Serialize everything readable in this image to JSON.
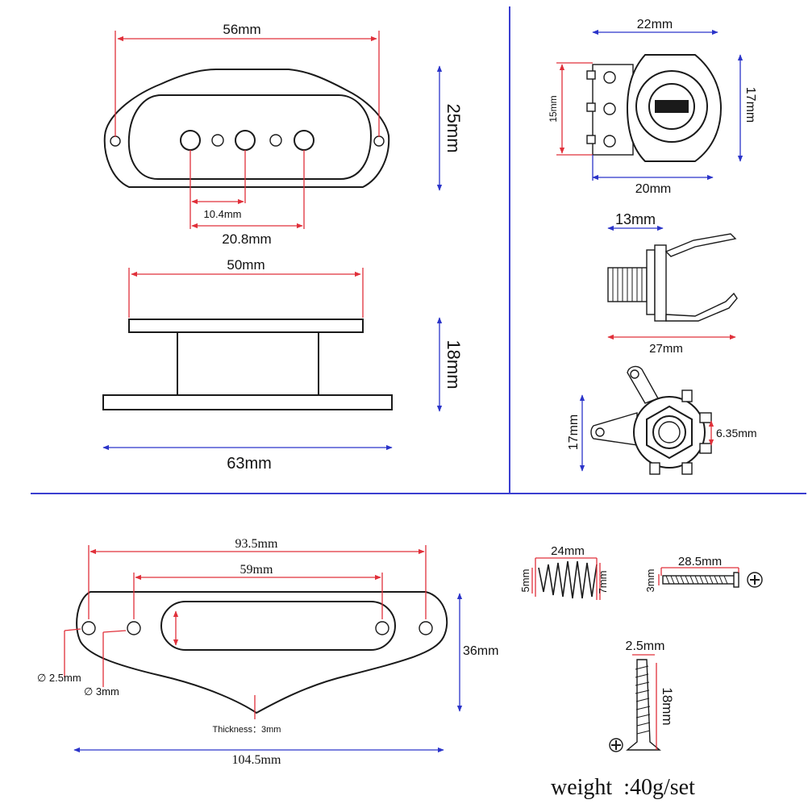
{
  "colors": {
    "dimension_red": "#e0303a",
    "dimension_blue": "#2b34c9",
    "separator": "#3b3fd0",
    "outline": "#1a1a1a"
  },
  "pickup_top": {
    "width": "56mm",
    "height": "25mm",
    "pole_spacing_small": "10.4mm",
    "pole_spacing_large": "20.8mm"
  },
  "pickup_side": {
    "top_width": "50mm",
    "height": "18mm",
    "base_width": "63mm"
  },
  "pot": {
    "width_top": "22mm",
    "height_right": "17mm",
    "lug_height": "15mm",
    "width_bottom": "20mm"
  },
  "jack_side": {
    "thread": "13mm",
    "length": "27mm"
  },
  "jack_front": {
    "height": "17mm",
    "hole": "6.35mm"
  },
  "plate": {
    "outer_holes": "93.5mm",
    "inner_holes": "59mm",
    "height": "36mm",
    "hole_small": "∅ 2.5mm",
    "hole_large": "∅ 3mm",
    "thickness": "Thickness：3mm",
    "width": "104.5mm"
  },
  "spring": {
    "length": "24mm",
    "small_dia": "5mm",
    "large_dia": "7mm"
  },
  "screw_machine": {
    "length": "28.5mm",
    "dia": "3mm"
  },
  "screw_wood": {
    "dia": "2.5mm",
    "length": "18mm"
  },
  "weight": "weight  :40g/set"
}
